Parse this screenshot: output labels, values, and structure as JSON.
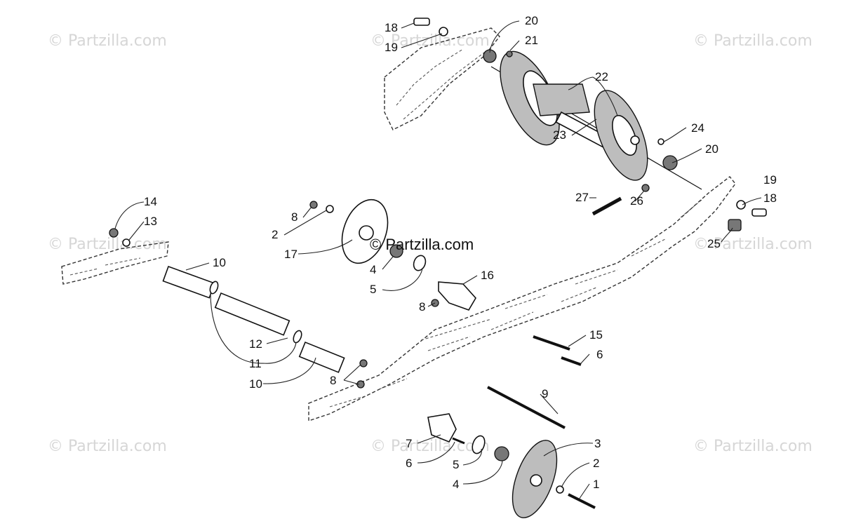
{
  "watermark": {
    "text": "© Partzilla.com",
    "brand": "© Partzilla.com"
  },
  "callouts": [
    {
      "id": "c18a",
      "text": "18"
    },
    {
      "id": "c19a",
      "text": "19"
    },
    {
      "id": "c20a",
      "text": "20"
    },
    {
      "id": "c21",
      "text": "21"
    },
    {
      "id": "c22",
      "text": "22"
    },
    {
      "id": "c23",
      "text": "23"
    },
    {
      "id": "c24",
      "text": "24"
    },
    {
      "id": "c20b",
      "text": "20"
    },
    {
      "id": "c27",
      "text": "27"
    },
    {
      "id": "c26",
      "text": "26"
    },
    {
      "id": "c19b",
      "text": "19"
    },
    {
      "id": "c18b",
      "text": "18"
    },
    {
      "id": "c25",
      "text": "25"
    },
    {
      "id": "c14",
      "text": "14"
    },
    {
      "id": "c13",
      "text": "13"
    },
    {
      "id": "c8a",
      "text": "8"
    },
    {
      "id": "c2a",
      "text": "2"
    },
    {
      "id": "c17",
      "text": "17"
    },
    {
      "id": "c10a",
      "text": "10"
    },
    {
      "id": "c4a",
      "text": "4"
    },
    {
      "id": "c5a",
      "text": "5"
    },
    {
      "id": "c16",
      "text": "16"
    },
    {
      "id": "c8b",
      "text": "8"
    },
    {
      "id": "c15",
      "text": "15"
    },
    {
      "id": "c6a",
      "text": "6"
    },
    {
      "id": "c12",
      "text": "12"
    },
    {
      "id": "c11",
      "text": "11"
    },
    {
      "id": "c10b",
      "text": "10"
    },
    {
      "id": "c8c",
      "text": "8"
    },
    {
      "id": "c9",
      "text": "9"
    },
    {
      "id": "c3",
      "text": "3"
    },
    {
      "id": "c7",
      "text": "7"
    },
    {
      "id": "c6b",
      "text": "6"
    },
    {
      "id": "c5b",
      "text": "5"
    },
    {
      "id": "c2b",
      "text": "2"
    },
    {
      "id": "c4b",
      "text": "4"
    },
    {
      "id": "c1",
      "text": "1"
    }
  ]
}
